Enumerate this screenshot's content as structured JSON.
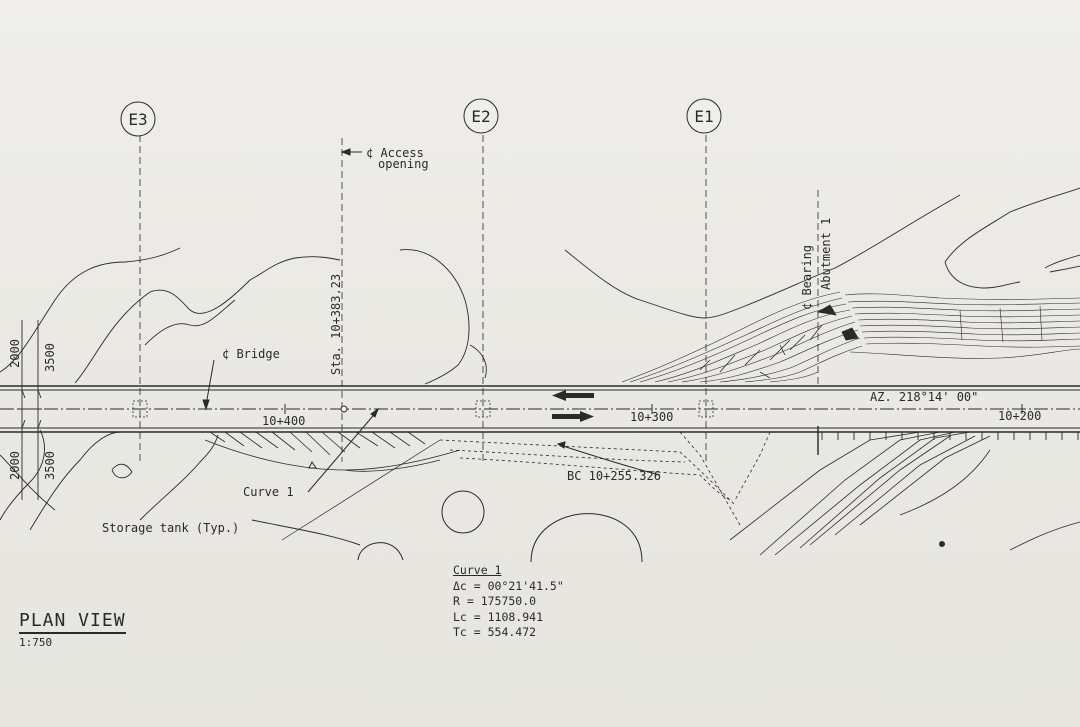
{
  "grid_markers": [
    {
      "id": "E3",
      "label": "E3"
    },
    {
      "id": "E2",
      "label": "E2"
    },
    {
      "id": "E1",
      "label": "E1"
    }
  ],
  "labels": {
    "access_opening_line1": "¢ Access",
    "access_opening_line2": "opening",
    "station_access": "Sta. 10+383.23",
    "bridge_centerline": "¢ Bridge",
    "bearing_line1": "¢ Bearing",
    "bearing_line2": "Abutment 1",
    "azimuth": "AZ. 218°14' 00\"",
    "curve1_callout": "Curve 1",
    "storage_tank": "Storage tank (Typ.)",
    "bc_station": "BC 10+255.326"
  },
  "stations": [
    "10+400",
    "10+300",
    "10+200"
  ],
  "dimensions": {
    "top_inner": "2000",
    "top_outer": "3500",
    "bottom_inner": "2000",
    "bottom_outer": "3500"
  },
  "curve_table": {
    "heading": "Curve 1",
    "rows": [
      "Δc = 00°21'41.5\"",
      "R  = 175750.0",
      "Lc = 1108.941",
      "Tc = 554.472"
    ]
  },
  "title": {
    "name": "PLAN VIEW",
    "scale": "1:750"
  },
  "colors": {
    "ink": "#2a2a2a",
    "paper": "#ecebe6"
  }
}
